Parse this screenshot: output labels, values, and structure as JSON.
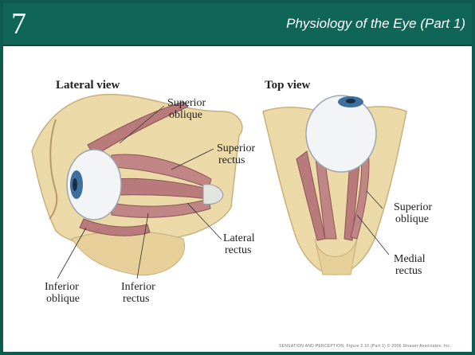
{
  "header": {
    "slide_number": "7",
    "title": "Physiology of the Eye (Part 1)"
  },
  "lateral": {
    "heading": "Lateral view",
    "superior_oblique": [
      "Superior",
      "oblique"
    ],
    "superior_rectus": [
      "Superior",
      "rectus"
    ],
    "lateral_rectus": [
      "Lateral",
      "rectus"
    ],
    "inferior_oblique": [
      "Inferior",
      "oblique"
    ],
    "inferior_rectus": [
      "Inferior",
      "rectus"
    ]
  },
  "top": {
    "heading": "Top view",
    "superior_oblique": [
      "Superior",
      "oblique"
    ],
    "medial_rectus": [
      "Medial",
      "rectus"
    ]
  },
  "credit": "SENSATION AND PERCEPTION, Figure 2.10 (Part 1) © 2006 Sinauer Associates, Inc.",
  "colors": {
    "header": "#0f6657",
    "bone": "#ecd9a8",
    "muscle": "#b87a7a",
    "eye": "#f2f4f6",
    "iris": "#3f6f9e"
  }
}
